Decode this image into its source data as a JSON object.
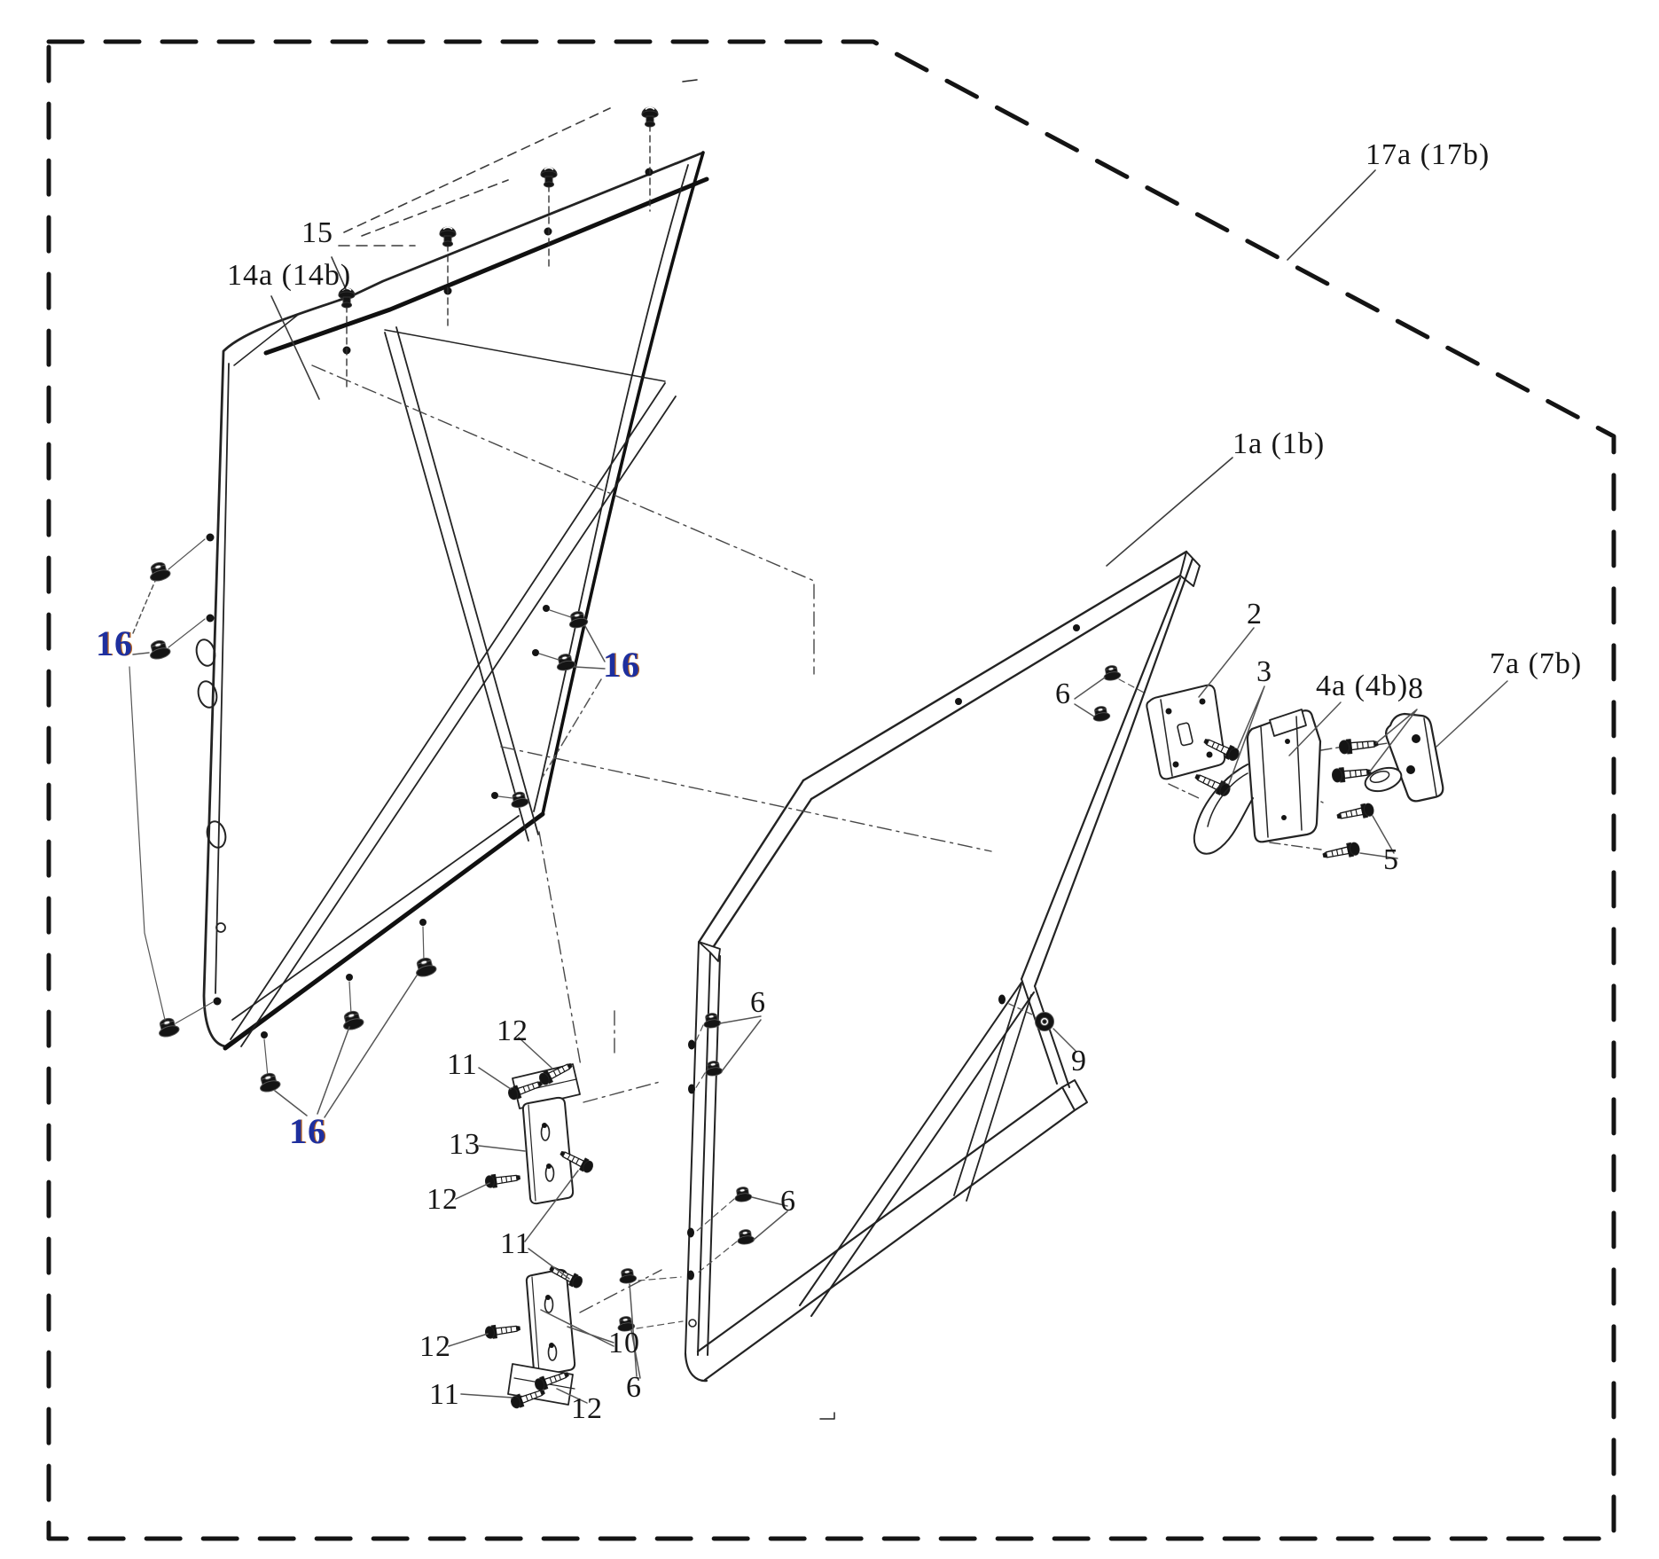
{
  "palette": {
    "line_color": "#1f1f1f",
    "highlight_label_color": "#1e2f9e",
    "highlight_fringe_color": "#b8651e",
    "background": "#ffffff"
  },
  "callouts": [
    {
      "id": "15",
      "text": "15"
    },
    {
      "id": "14a-14b",
      "text": "14a (14b)"
    },
    {
      "id": "17a-17b",
      "text": "17a (17b)"
    },
    {
      "id": "1a-1b",
      "text": "1a (1b)"
    },
    {
      "id": "16-left",
      "text": "16",
      "highlight": true
    },
    {
      "id": "16-mid",
      "text": "16",
      "highlight": true
    },
    {
      "id": "16-bottom",
      "text": "16",
      "highlight": true
    },
    {
      "id": "6-latch",
      "text": "6"
    },
    {
      "id": "2",
      "text": "2"
    },
    {
      "id": "3",
      "text": "3"
    },
    {
      "id": "4a-4b",
      "text": "4a (4b)"
    },
    {
      "id": "8",
      "text": "8"
    },
    {
      "id": "7a-7b",
      "text": "7a (7b)"
    },
    {
      "id": "5",
      "text": "5"
    },
    {
      "id": "9",
      "text": "9"
    },
    {
      "id": "6-post-upper",
      "text": "6"
    },
    {
      "id": "6-post-mid",
      "text": "6"
    },
    {
      "id": "6-post-lower",
      "text": "6"
    },
    {
      "id": "12-top",
      "text": "12"
    },
    {
      "id": "11-top",
      "text": "11"
    },
    {
      "id": "13",
      "text": "13"
    },
    {
      "id": "12-mid",
      "text": "12"
    },
    {
      "id": "11-mid",
      "text": "11"
    },
    {
      "id": "12-low",
      "text": "12"
    },
    {
      "id": "10",
      "text": "10"
    },
    {
      "id": "11-bottom",
      "text": "11"
    },
    {
      "id": "12-bottom",
      "text": "12"
    }
  ]
}
